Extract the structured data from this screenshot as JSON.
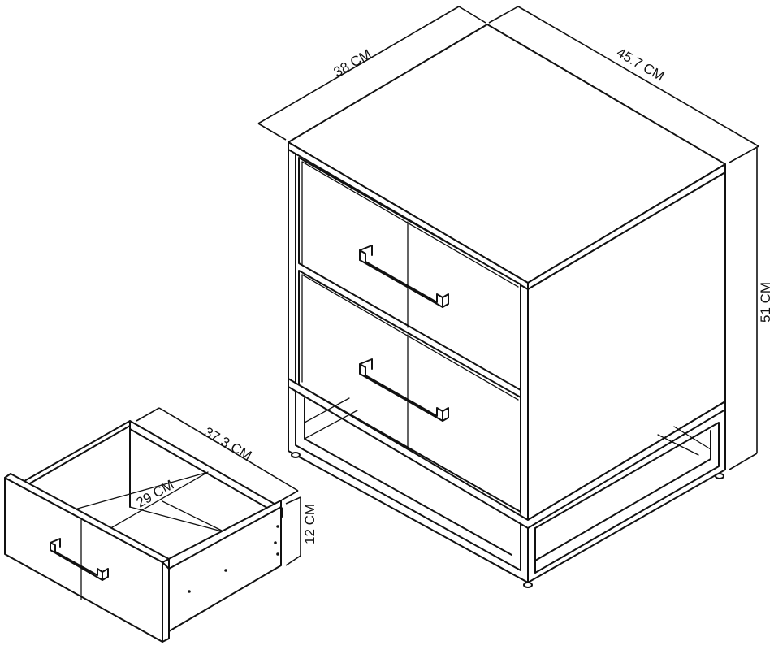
{
  "diagram": {
    "subject": "Bedside table with two drawers on metal frame base, plus detached drawer",
    "line_color": "#111111",
    "background": "#ffffff"
  },
  "dimensions": {
    "cabinet_width": "38 CM",
    "cabinet_depth": "45.7 CM",
    "cabinet_height": "51 CM",
    "drawer_depth": "37.3 CM",
    "drawer_width": "29 CM",
    "drawer_height": "12 CM"
  }
}
